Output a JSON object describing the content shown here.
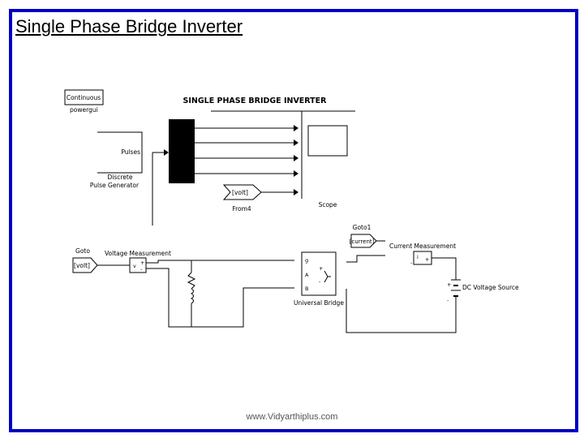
{
  "slide": {
    "title": "Single Phase Bridge Inverter",
    "footer": "www.Vidyarthiplus.com"
  },
  "diagram": {
    "title": "SINGLE PHASE BRIDGE INVERTER",
    "powergui": {
      "label": "Continuous",
      "caption": "powergui"
    },
    "pulse_generator": {
      "port": "Pulses",
      "caption_line1": "Discrete",
      "caption_line2": "Pulse Generator"
    },
    "from_block": {
      "label": "[volt]",
      "caption": "From4"
    },
    "scope": {
      "caption": "Scope"
    },
    "goto_volt": {
      "label": "[volt]",
      "caption": "Goto"
    },
    "voltage_measurement": {
      "caption": "Voltage Measurement",
      "port_v": "v",
      "port_plus": "+",
      "port_minus": "-"
    },
    "universal_bridge": {
      "caption": "Universal Bridge",
      "port_g": "g",
      "port_a": "A",
      "port_b": "B",
      "port_p": "+",
      "port_m": "-"
    },
    "goto_current": {
      "label": "[current]",
      "caption": "Goto1"
    },
    "current_measurement": {
      "caption": "Current Measurement",
      "port_i": "i",
      "port_plus": "+",
      "port_minus": "-"
    },
    "dc_source": {
      "caption": "DC Voltage Source",
      "port_plus": "+",
      "port_minus": "-"
    }
  }
}
